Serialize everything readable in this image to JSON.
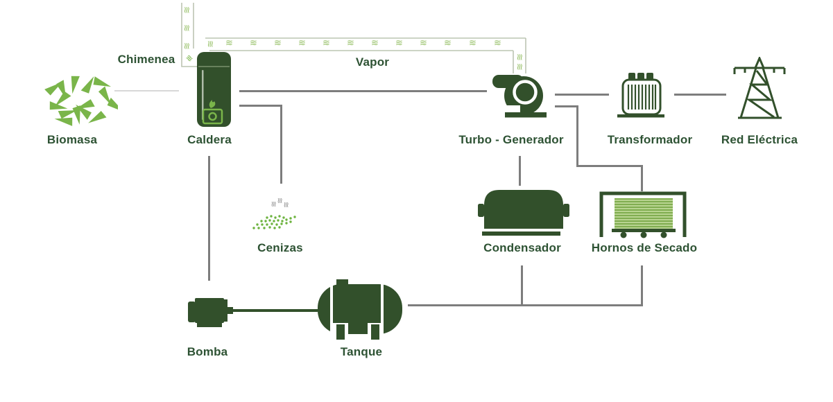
{
  "diagram": {
    "name": "biomass-power-plant-flow-diagram",
    "labels": {
      "biomasa": "Biomasa",
      "chimenea": "Chimenea",
      "caldera": "Caldera",
      "vapor": "Vapor",
      "turbo_generador": "Turbo -  Generador",
      "transformador": "Transformador",
      "red_electrica": "Red Eléctrica",
      "cenizas": "Cenizas",
      "condensador": "Condensador",
      "hornos_secado": "Hornos de Secado",
      "bomba": "Bomba",
      "tanque": "Tanque"
    },
    "icons": {
      "steam_wave": "≋",
      "smoke_wave": "≋",
      "list": [
        "biomass-chips-icon",
        "boiler-icon",
        "chimney-duct",
        "steam-duct",
        "turbine-generator-icon",
        "transformer-icon",
        "power-tower-icon",
        "ash-pile-icon",
        "condenser-icon",
        "drying-oven-icon",
        "pump-icon",
        "tank-icon"
      ]
    },
    "colors": {
      "dark_green": "#32502b",
      "text_green": "#2d5233",
      "leaf_green": "#7ab54a",
      "steam_green": "#97c068",
      "stripe_light": "#b8d490",
      "stripe_dark": "#80ad50",
      "duct_outline": "#bcc5b2",
      "connector_gray": "#7d7d7d",
      "light_connector_gray": "#d8d8d8",
      "smoke_gray": "#8f8f8f",
      "ash_dot_green": "#6db33f",
      "background": "#ffffff"
    }
  }
}
